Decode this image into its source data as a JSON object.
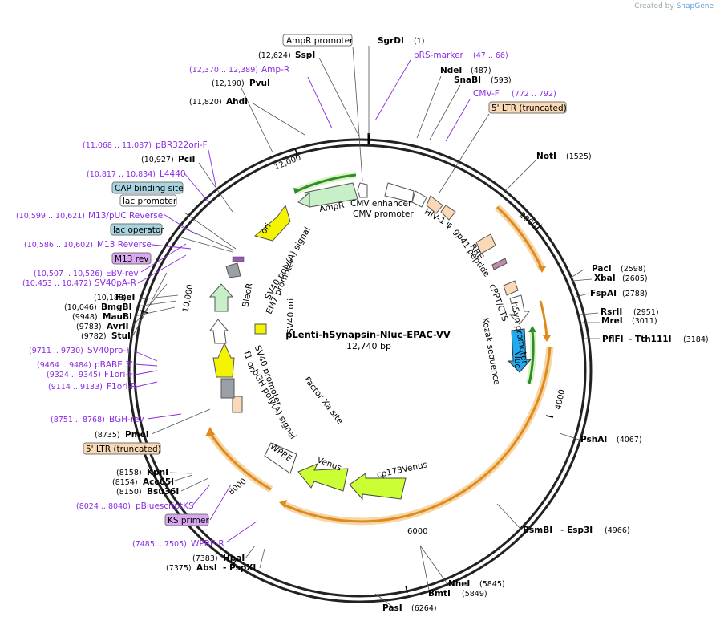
{
  "credit": {
    "prefix": "Created by",
    "brand": "SnapGene"
  },
  "center": {
    "name": "pLenti-hSynapsin-Nluc-EPAC-VV",
    "size": "12,740 bp"
  },
  "ticks": [
    "2000",
    "4000",
    "6000",
    "8000",
    "10,000",
    "12,000"
  ],
  "sites_top": [
    {
      "name": "SgrDI",
      "pos": "(1)"
    },
    {
      "name": "NdeI",
      "pos": "(487)"
    },
    {
      "name": "SnaBI",
      "pos": "(593)"
    },
    {
      "name": "NotI",
      "pos": "(1525)"
    },
    {
      "name": "SspI",
      "pos": "(12,624)"
    },
    {
      "name": "PvuI",
      "pos": "(12,190)"
    },
    {
      "name": "AhdI",
      "pos": "(11,820)"
    },
    {
      "name": "PciI",
      "pos": "(10,927)"
    }
  ],
  "sites_right": [
    {
      "name": "PacI",
      "pos": "(2598)"
    },
    {
      "name": "XbaI",
      "pos": "(2605)"
    },
    {
      "name": "FspAI",
      "pos": "(2788)"
    },
    {
      "name": "RsrII",
      "pos": "(2951)"
    },
    {
      "name": "MreI",
      "pos": "(3011)"
    },
    {
      "name": "PflFI",
      "name2": "Tth111I",
      "pos": "(3184)"
    },
    {
      "name": "PshAI",
      "pos": "(4067)"
    },
    {
      "name": "BsmBI",
      "name2": "Esp3I",
      "pos": "(4966)"
    },
    {
      "name": "NheI",
      "pos": "(5845)"
    },
    {
      "name": "BmtI",
      "pos": "(5849)"
    },
    {
      "name": "PasI",
      "pos": "(6264)"
    }
  ],
  "sites_left": [
    {
      "name": "FseI",
      "pos": "(10,188)"
    },
    {
      "name": "BmgBI",
      "pos": "(10,046)"
    },
    {
      "name": "MauBI",
      "pos": "(9948)"
    },
    {
      "name": "AvrII",
      "pos": "(9783)"
    },
    {
      "name": "StuI",
      "pos": "(9782)"
    },
    {
      "name": "PmeI",
      "pos": "(8735)"
    },
    {
      "name": "KpnI",
      "pos": "(8158)"
    },
    {
      "name": "Acc65I",
      "pos": "(8154)"
    },
    {
      "name": "Bsu36I",
      "pos": "(8150)"
    },
    {
      "name": "HpaI",
      "pos": "(7383)"
    },
    {
      "name": "AbsI",
      "name2": "PspXI",
      "pos": "(7375)"
    }
  ],
  "primers": [
    {
      "name": "pRS-marker",
      "pos": "(47 .. 66)"
    },
    {
      "name": "Amp-R",
      "pos": "(12,370 .. 12,389)"
    },
    {
      "name": "CMV-F",
      "pos": "(772 .. 792)"
    },
    {
      "name": "pBR322ori-F",
      "pos": "(11,068 .. 11,087)"
    },
    {
      "name": "L4440",
      "pos": "(10,817 .. 10,834)"
    },
    {
      "name": "M13/pUC Reverse",
      "pos": "(10,599 .. 10,621)"
    },
    {
      "name": "M13 Reverse",
      "pos": "(10,586 .. 10,602)"
    },
    {
      "name": "EBV-rev",
      "pos": "(10,507 .. 10,526)"
    },
    {
      "name": "SV40pA-R",
      "pos": "(10,453 .. 10,472)"
    },
    {
      "name": "SV40pro-F",
      "pos": "(9711 .. 9730)"
    },
    {
      "name": "pBABE 3'",
      "pos": "(9464 .. 9484)"
    },
    {
      "name": "F1ori-F",
      "pos": "(9324 .. 9345)"
    },
    {
      "name": "F1ori-R",
      "pos": "(9114 .. 9133)"
    },
    {
      "name": "BGH-rev",
      "pos": "(8751 .. 8768)"
    },
    {
      "name": "pBluescriptKS",
      "pos": "(8024 .. 8040)"
    },
    {
      "name": "WPRE-R",
      "pos": "(7485 .. 7505)"
    }
  ],
  "boxes": {
    "ampr_promoter": "AmpR promoter",
    "ltr_top": "5' LTR (truncated)",
    "cap": "CAP binding site",
    "lac_promoter": "lac promoter",
    "lac_operator": "lac operator",
    "m13_rev": "M13 rev",
    "ltr_bottom": "5' LTR (truncated)",
    "ks_primer": "KS primer"
  },
  "features": {
    "ampr": "AmpR",
    "cmv_enhancer": "CMV enhancer",
    "cmv_promoter": "CMV promoter",
    "hiv": "HIV-1 ψ",
    "rre": "RRE",
    "gp41": "gp41 peptide",
    "cppt": "cPPT/CTS",
    "hsyn": "hSyn promoter",
    "kozak": "Kozak sequence",
    "nluc": "Nluc",
    "ori": "ori",
    "sv40_polya": "SV40 poly(A) signal",
    "em7": "EM7 promoter",
    "bleor": "BleoR",
    "sv40_ori": "SV40 ori",
    "sv40_promoter": "SV40 promoter",
    "f1_ori": "f1 ori",
    "bgh": "bGH poly(A) signal",
    "factor_xa": "Factor Xa site",
    "wpre": "WPRE",
    "venus": "Venus",
    "cp173": "cp173Venus"
  },
  "colors": {
    "purple": "#8a2be2",
    "orange": "#e08a1e",
    "yellow": "#f4f400",
    "lime": "#ccff33",
    "green": "#c8f0c8",
    "cyan": "#22aaee",
    "peach": "#fcd9b6"
  }
}
